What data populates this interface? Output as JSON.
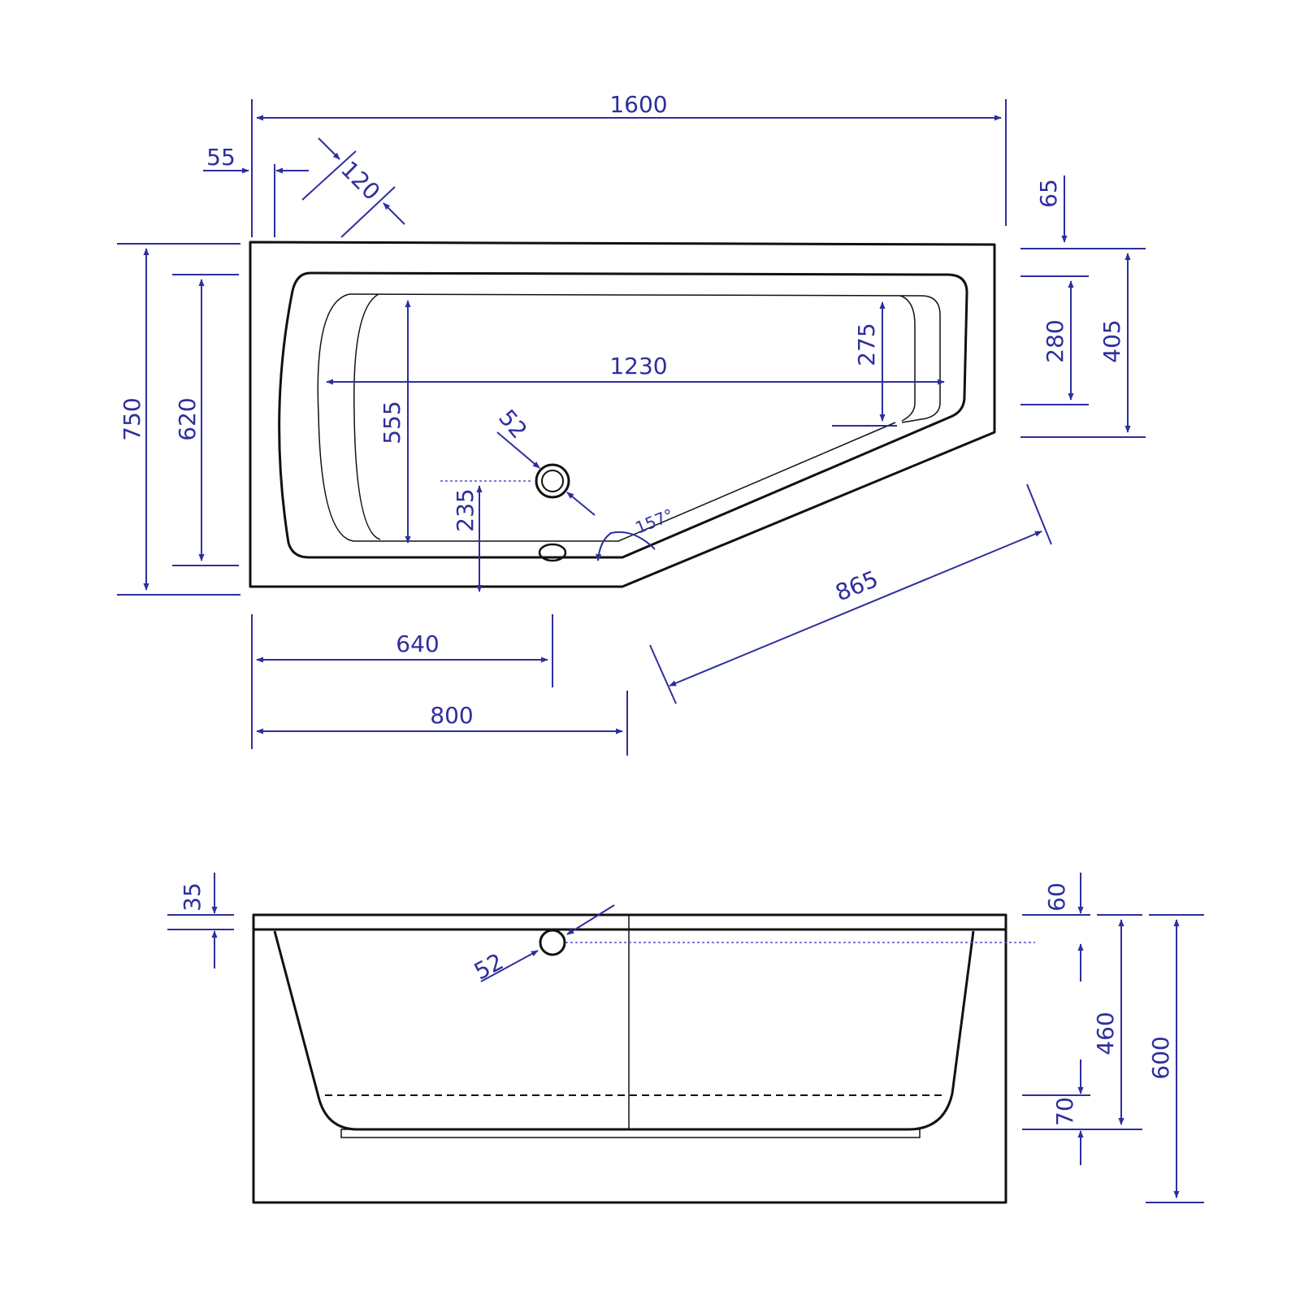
{
  "top_view": {
    "overall_width": "1600",
    "edge_offset": "55",
    "corner_width": "120",
    "right_edge_offset": "65",
    "overall_depth": "750",
    "inner_depth": "620",
    "basin_depth": "555",
    "inner_length": "1230",
    "right_basin_depth": "275",
    "right_inner_height": "280",
    "right_edge_depth": "405",
    "drain_diameter": "52",
    "drain_offset": "235",
    "angle": "157°",
    "slanted_edge_length": "865",
    "drain_distance": "640",
    "front_width": "800"
  },
  "side_view": {
    "rim_thickness": "35",
    "overflow_diameter": "52",
    "overflow_offset": "60",
    "inner_height": "460",
    "total_height": "600",
    "base_thickness": "70"
  },
  "colors": {
    "dimension": "#2e2e9e",
    "outline": "#111111"
  }
}
